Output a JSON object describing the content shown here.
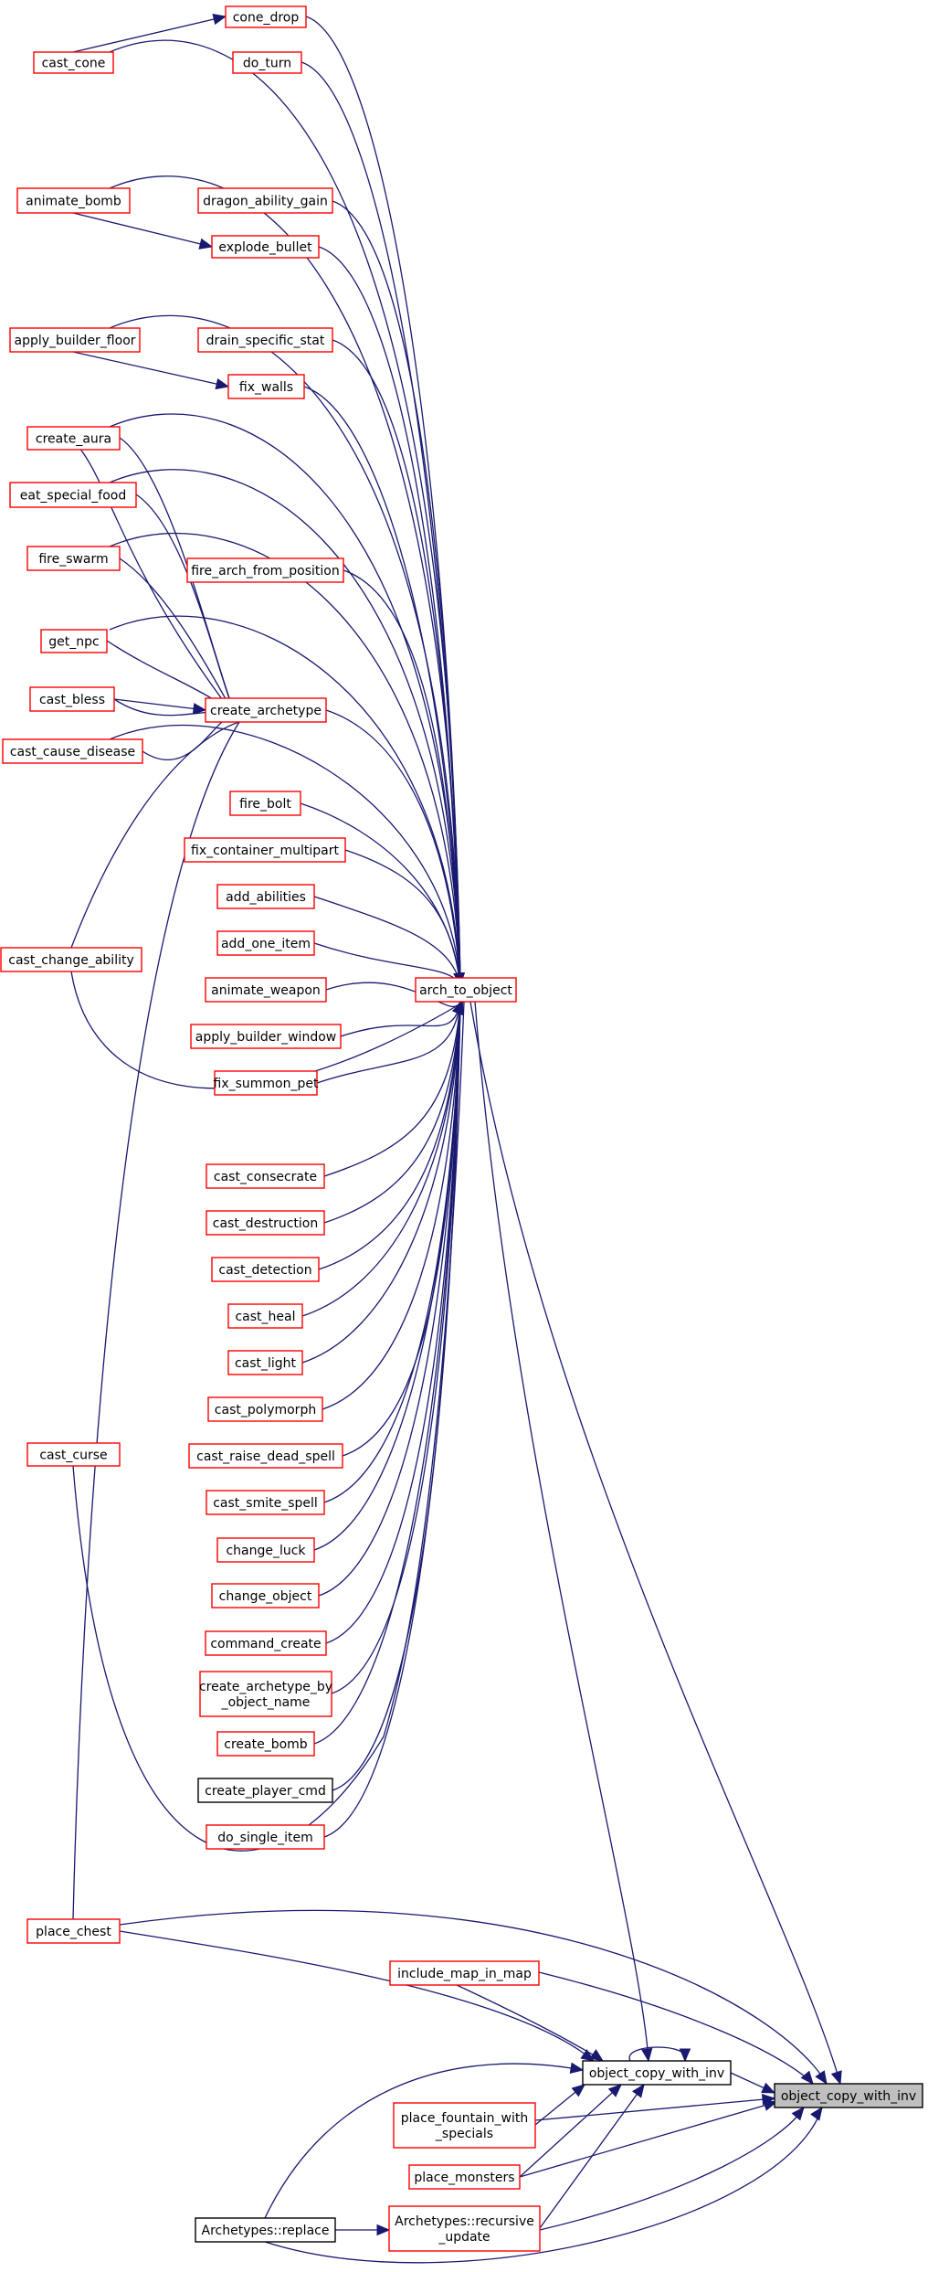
{
  "colors": {
    "edge": "#191970",
    "border_incomplete": "#ff0000",
    "border_complete": "#000000",
    "focus_fill": "#bfbfbf"
  },
  "nodes": [
    {
      "id": "cone_drop",
      "lines": [
        "cone_drop"
      ],
      "border": "red"
    },
    {
      "id": "cast_cone",
      "lines": [
        "cast_cone"
      ],
      "border": "red"
    },
    {
      "id": "do_turn",
      "lines": [
        "do_turn"
      ],
      "border": "red"
    },
    {
      "id": "animate_bomb",
      "lines": [
        "animate_bomb"
      ],
      "border": "red"
    },
    {
      "id": "dragon_ability_gain",
      "lines": [
        "dragon_ability_gain"
      ],
      "border": "red"
    },
    {
      "id": "explode_bullet",
      "lines": [
        "explode_bullet"
      ],
      "border": "red"
    },
    {
      "id": "apply_builder_floor",
      "lines": [
        "apply_builder_floor"
      ],
      "border": "red"
    },
    {
      "id": "drain_specific_stat",
      "lines": [
        "drain_specific_stat"
      ],
      "border": "red"
    },
    {
      "id": "fix_walls",
      "lines": [
        "fix_walls"
      ],
      "border": "red"
    },
    {
      "id": "create_aura",
      "lines": [
        "create_aura"
      ],
      "border": "red"
    },
    {
      "id": "eat_special_food",
      "lines": [
        "eat_special_food"
      ],
      "border": "red"
    },
    {
      "id": "fire_swarm",
      "lines": [
        "fire_swarm"
      ],
      "border": "red"
    },
    {
      "id": "fire_arch_from_position",
      "lines": [
        "fire_arch_from_position"
      ],
      "border": "red"
    },
    {
      "id": "get_npc",
      "lines": [
        "get_npc"
      ],
      "border": "red"
    },
    {
      "id": "cast_bless",
      "lines": [
        "cast_bless"
      ],
      "border": "red"
    },
    {
      "id": "create_archetype",
      "lines": [
        "create_archetype"
      ],
      "border": "red"
    },
    {
      "id": "cast_cause_disease",
      "lines": [
        "cast_cause_disease"
      ],
      "border": "red"
    },
    {
      "id": "fire_bolt",
      "lines": [
        "fire_bolt"
      ],
      "border": "red"
    },
    {
      "id": "fix_container_multipart",
      "lines": [
        "fix_container_multipart"
      ],
      "border": "red"
    },
    {
      "id": "add_abilities",
      "lines": [
        "add_abilities"
      ],
      "border": "red"
    },
    {
      "id": "cast_change_ability",
      "lines": [
        "cast_change_ability"
      ],
      "border": "red"
    },
    {
      "id": "add_one_item",
      "lines": [
        "add_one_item"
      ],
      "border": "red"
    },
    {
      "id": "animate_weapon",
      "lines": [
        "animate_weapon"
      ],
      "border": "red"
    },
    {
      "id": "arch_to_object",
      "lines": [
        "arch_to_object"
      ],
      "border": "red"
    },
    {
      "id": "apply_builder_window",
      "lines": [
        "apply_builder_window"
      ],
      "border": "red"
    },
    {
      "id": "fix_summon_pet",
      "lines": [
        "fix_summon_pet"
      ],
      "border": "red"
    },
    {
      "id": "cast_consecrate",
      "lines": [
        "cast_consecrate"
      ],
      "border": "red"
    },
    {
      "id": "cast_destruction",
      "lines": [
        "cast_destruction"
      ],
      "border": "red"
    },
    {
      "id": "cast_detection",
      "lines": [
        "cast_detection"
      ],
      "border": "red"
    },
    {
      "id": "cast_heal",
      "lines": [
        "cast_heal"
      ],
      "border": "red"
    },
    {
      "id": "cast_light",
      "lines": [
        "cast_light"
      ],
      "border": "red"
    },
    {
      "id": "cast_polymorph",
      "lines": [
        "cast_polymorph"
      ],
      "border": "red"
    },
    {
      "id": "cast_curse",
      "lines": [
        "cast_curse"
      ],
      "border": "red"
    },
    {
      "id": "cast_raise_dead_spell",
      "lines": [
        "cast_raise_dead_spell"
      ],
      "border": "red"
    },
    {
      "id": "cast_smite_spell",
      "lines": [
        "cast_smite_spell"
      ],
      "border": "red"
    },
    {
      "id": "change_luck",
      "lines": [
        "change_luck"
      ],
      "border": "red"
    },
    {
      "id": "change_object",
      "lines": [
        "change_object"
      ],
      "border": "red"
    },
    {
      "id": "command_create",
      "lines": [
        "command_create"
      ],
      "border": "red"
    },
    {
      "id": "create_archetype_by_object_name",
      "lines": [
        "create_archetype_by",
        "_object_name"
      ],
      "border": "red"
    },
    {
      "id": "create_bomb",
      "lines": [
        "create_bomb"
      ],
      "border": "red"
    },
    {
      "id": "create_player_cmd",
      "lines": [
        "create_player_cmd"
      ],
      "border": "black"
    },
    {
      "id": "do_single_item",
      "lines": [
        "do_single_item"
      ],
      "border": "red"
    },
    {
      "id": "place_chest",
      "lines": [
        "place_chest"
      ],
      "border": "red"
    },
    {
      "id": "include_map_in_map",
      "lines": [
        "include_map_in_map"
      ],
      "border": "red"
    },
    {
      "id": "object_copy_with_inv_caller",
      "lines": [
        "object_copy_with_inv"
      ],
      "border": "black"
    },
    {
      "id": "object_copy_with_inv_focus",
      "lines": [
        "object_copy_with_inv"
      ],
      "border": "black",
      "focus": true
    },
    {
      "id": "place_fountain_with_specials",
      "lines": [
        "place_fountain_with",
        "_specials"
      ],
      "border": "red"
    },
    {
      "id": "place_monsters",
      "lines": [
        "place_monsters"
      ],
      "border": "red"
    },
    {
      "id": "archetypes_replace",
      "lines": [
        "Archetypes::replace"
      ],
      "border": "black"
    },
    {
      "id": "archetypes_recursive_update",
      "lines": [
        "Archetypes::recursive",
        "_update"
      ],
      "border": "red"
    }
  ]
}
